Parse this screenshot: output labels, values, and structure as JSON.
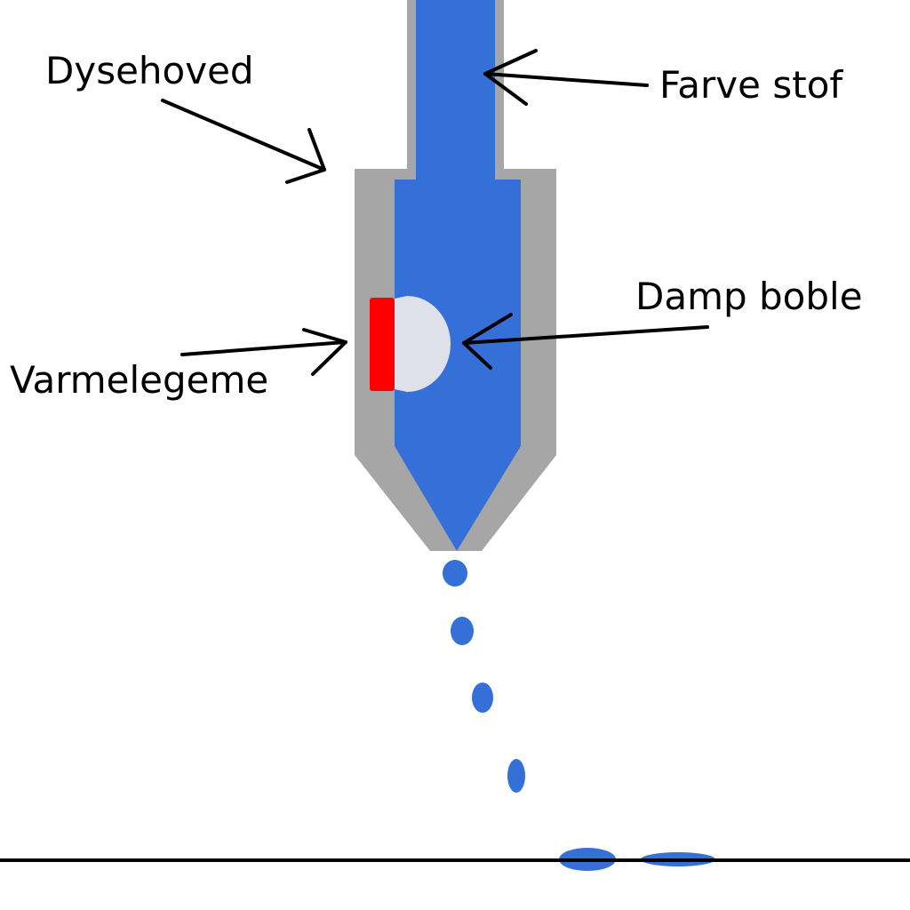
{
  "labels": {
    "nozzle_head": "Dysehoved",
    "ink": "Farve stof",
    "vapor_bubble": "Damp boble",
    "heater": "Varmelegeme"
  },
  "colors": {
    "housing": "#a6a6a6",
    "ink": "#3570d8",
    "heater": "#ff0000",
    "bubble": "#dfe1ea",
    "lines": "#000000",
    "background": "#ffffff"
  }
}
